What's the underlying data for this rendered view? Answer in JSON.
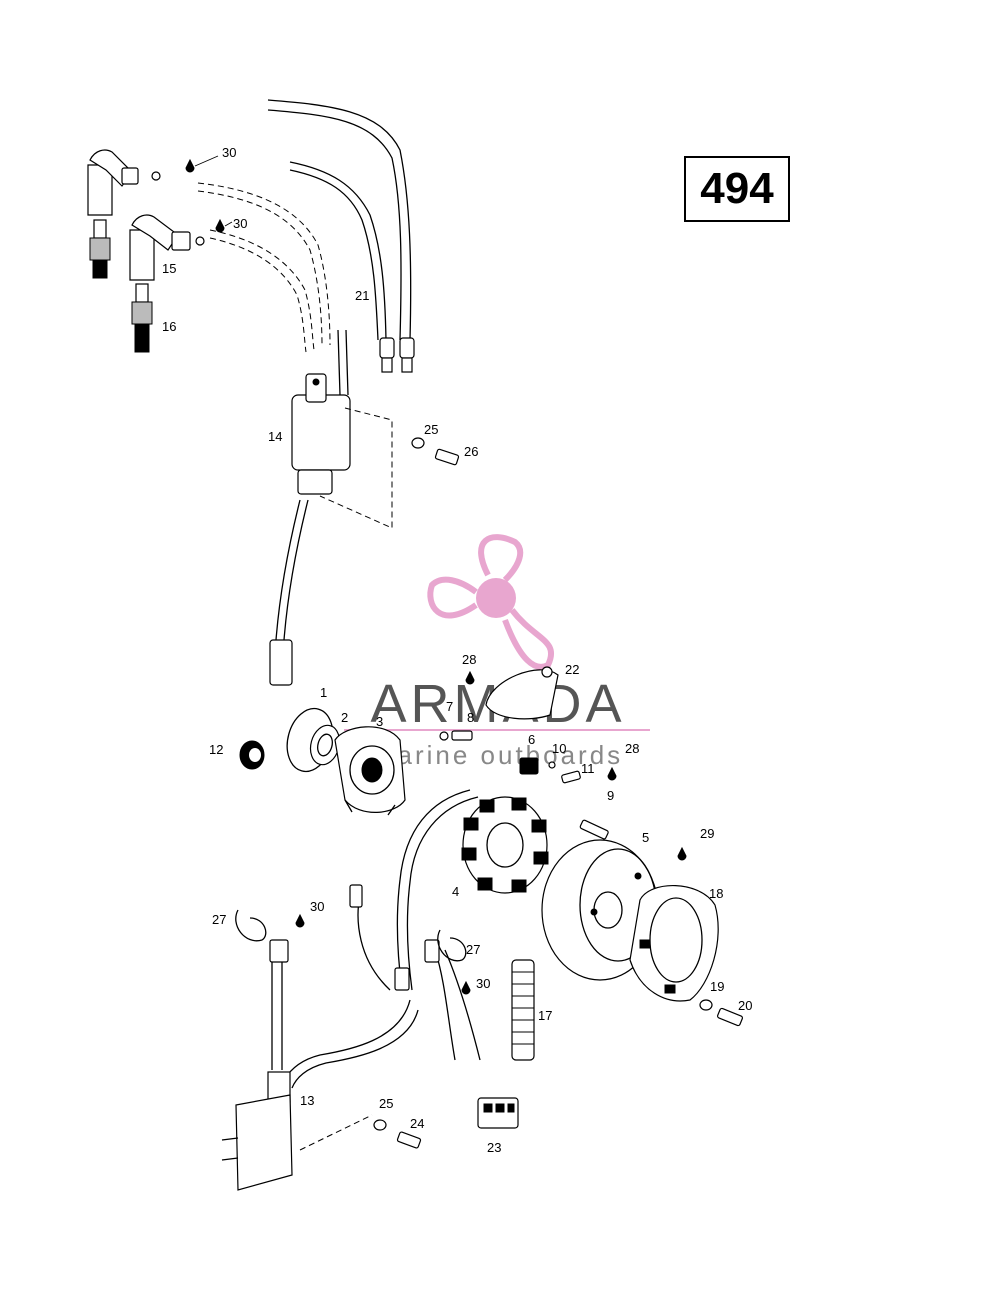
{
  "diagram_number": "494",
  "watermark": {
    "brand": "ARMADA",
    "tagline": "marine outboards",
    "color": "#e8a6cf",
    "text_color": "#555555",
    "logo_icon": "propeller-icon"
  },
  "parts": [
    "1",
    "2",
    "3",
    "4",
    "5",
    "6",
    "7",
    "8",
    "9",
    "10",
    "11",
    "12",
    "13",
    "14",
    "15",
    "16",
    "17",
    "18",
    "19",
    "20",
    "21",
    "22",
    "23",
    "24",
    "25",
    "25",
    "26",
    "27",
    "27",
    "28",
    "28",
    "29",
    "30",
    "30",
    "30",
    "30"
  ]
}
